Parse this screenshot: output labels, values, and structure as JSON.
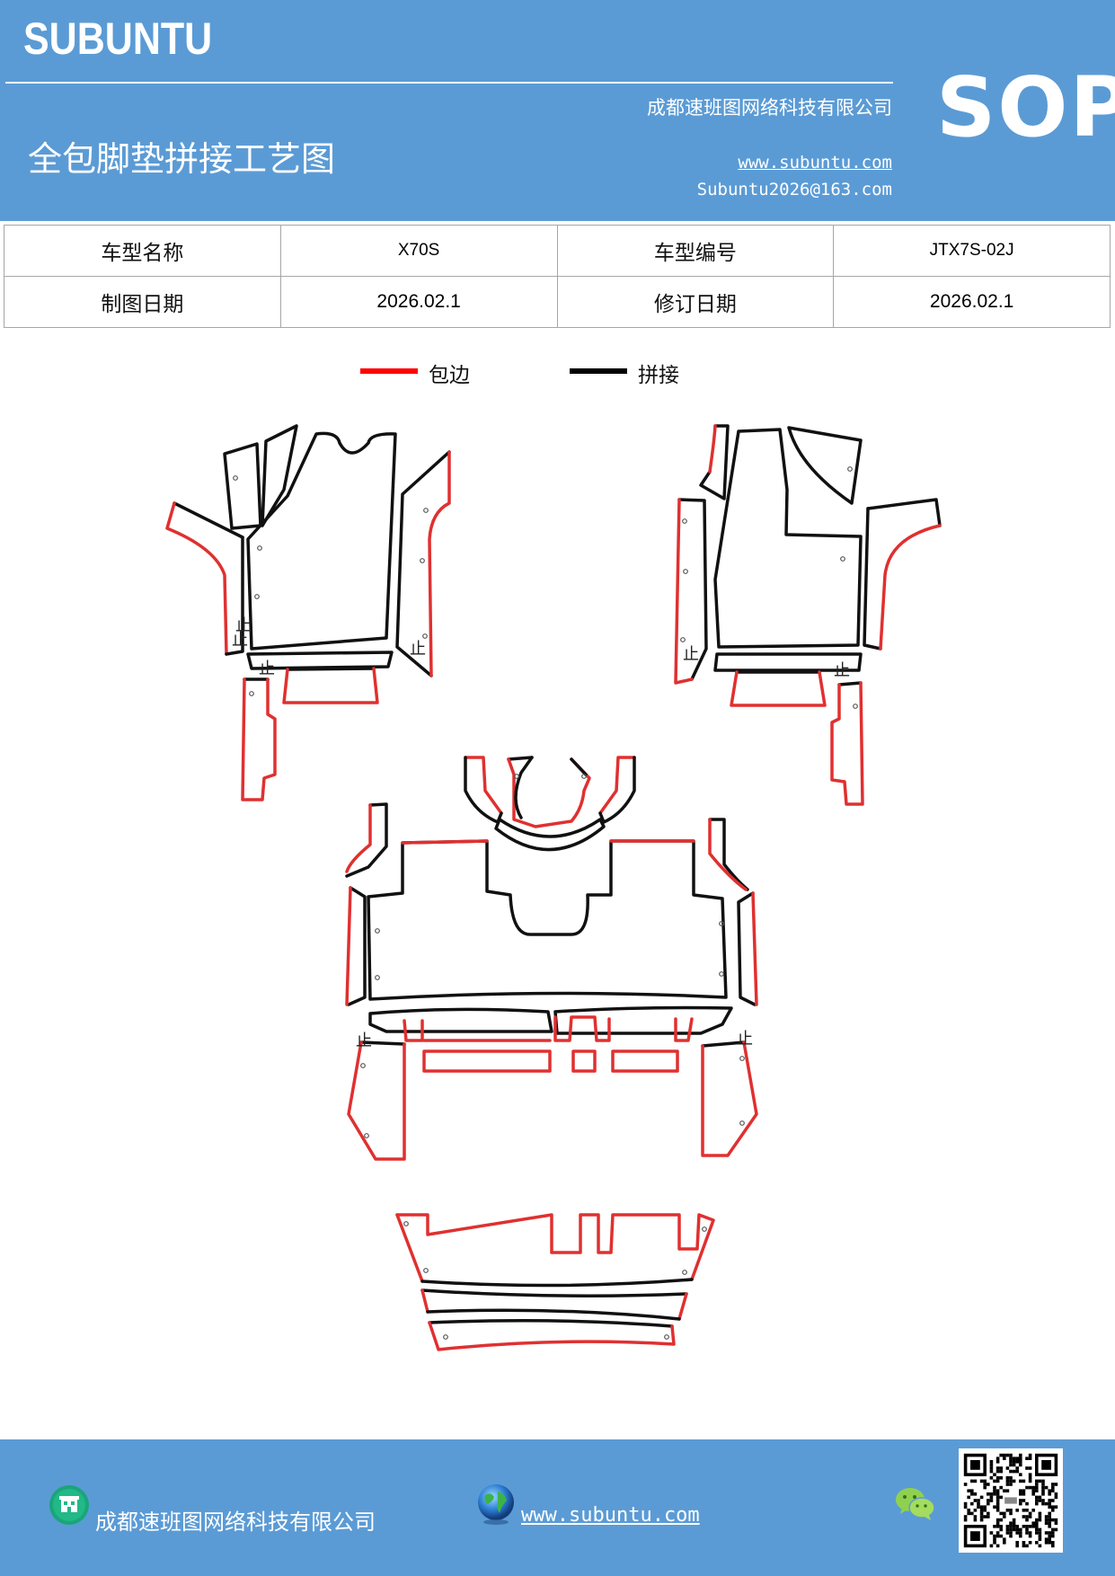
{
  "header": {
    "brand": "SUBUNTU",
    "company": "成都速班图网络科技有限公司",
    "title": "全包脚垫拼接工艺图",
    "website": "www.subuntu.com",
    "email": "Subuntu2026@163.com",
    "badge": "SOP"
  },
  "info_table": {
    "rows": [
      {
        "label1": "车型名称",
        "value1": "X70S",
        "label2": "车型编号",
        "value2": "JTX7S-02J"
      },
      {
        "label1": "制图日期",
        "value1": "2026.02.1",
        "label2": "修订日期",
        "value2": "2026.02.1"
      }
    ]
  },
  "legend": [
    {
      "label": "包边",
      "color": "#ff0000"
    },
    {
      "label": "拼接",
      "color": "#000000"
    }
  ],
  "markers": {
    "stop_symbol": "止"
  },
  "footer": {
    "company": "成都速班图网络科技有限公司",
    "website": "www.subuntu.com"
  },
  "colors": {
    "header_bg": "#5b9bd5",
    "edge_binding": "#e03030",
    "seam": "#111111"
  },
  "icons": [
    "building-icon",
    "globe-icon",
    "wechat-icon",
    "qr-code-icon"
  ]
}
